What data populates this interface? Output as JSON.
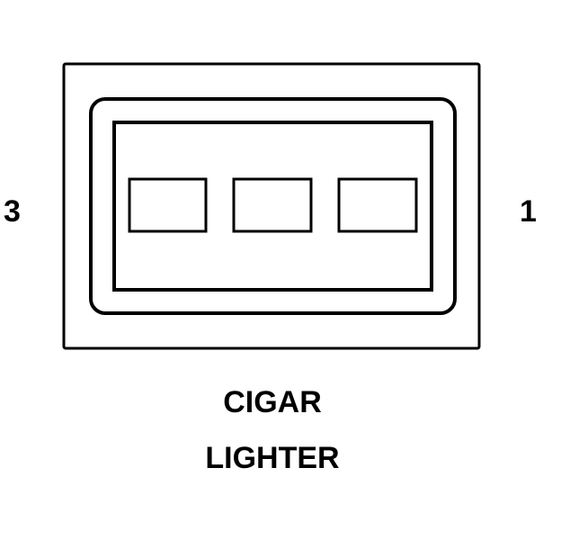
{
  "connector": {
    "pin_left_label": "3",
    "pin_right_label": "1",
    "caption_line1": "CIGAR",
    "caption_line2": "LIGHTER",
    "cavity_count": 3,
    "stroke_color": "#000000",
    "background_color": "#ffffff"
  }
}
